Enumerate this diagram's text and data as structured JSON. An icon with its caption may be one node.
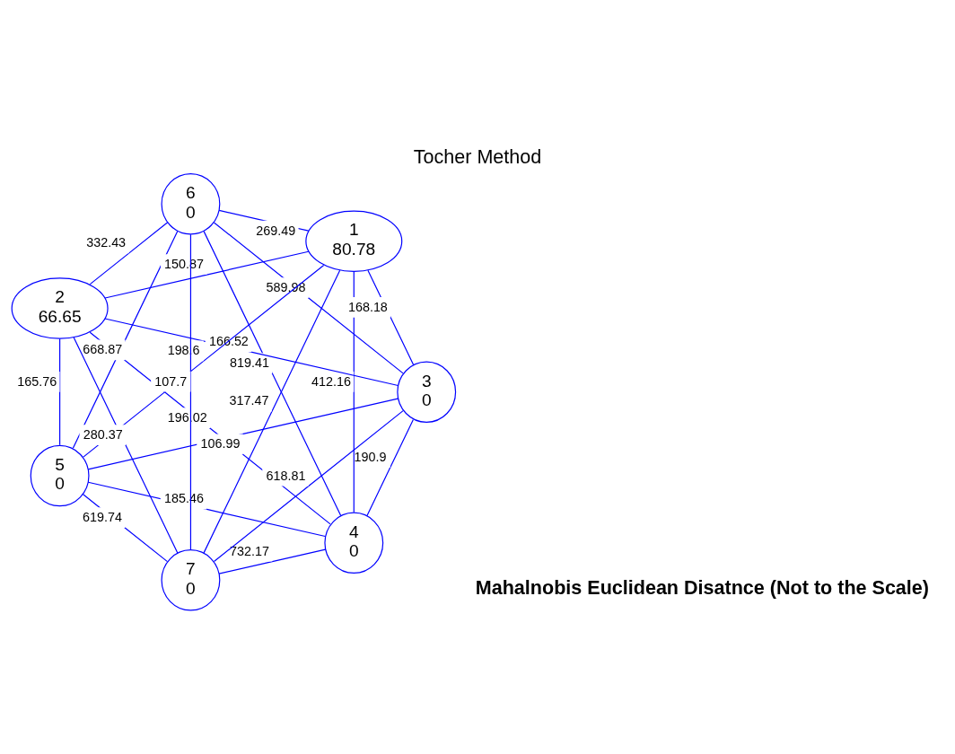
{
  "diagram": {
    "title": "Tocher Method",
    "caption": "Mahalnobis Euclidean Disatnce (Not to the Scale)",
    "nodes": [
      {
        "text": [
          "4",
          "0"
        ]
      },
      {
        "text": [
          "3",
          "0"
        ]
      },
      {
        "text": [
          "5",
          "0"
        ]
      },
      {
        "text": [
          "2",
          "66.65"
        ]
      },
      {
        "text": [
          "6",
          "0"
        ]
      },
      {
        "text": [
          "1",
          "80.78"
        ]
      },
      {
        "text": [
          "7",
          "0"
        ]
      }
    ],
    "edges": [
      {
        "from": 0,
        "to": 1,
        "arrow": "none",
        "label": "190.9"
      },
      {
        "from": 0,
        "to": 2,
        "arrow": "none",
        "label": "185.46"
      },
      {
        "from": 2,
        "to": 1,
        "arrow": "none",
        "label": "106.99"
      },
      {
        "from": 0,
        "to": 3,
        "arrow": "none",
        "label": "196.02"
      },
      {
        "from": 1,
        "to": 3,
        "arrow": "none",
        "label": "166.52"
      },
      {
        "from": 2,
        "to": 3,
        "arrow": "none",
        "label": "165.76"
      },
      {
        "from": 0,
        "to": 4,
        "arrow": "none",
        "label": "819.41"
      },
      {
        "from": 1,
        "to": 4,
        "arrow": "none",
        "label": "589.98"
      },
      {
        "from": 0,
        "to": 5,
        "arrow": "none",
        "label": "412.16"
      },
      {
        "from": 1,
        "to": 6,
        "arrow": "none",
        "label": "618.81"
      },
      {
        "from": 1,
        "to": 5,
        "arrow": "none",
        "label": "168.18"
      },
      {
        "from": 3,
        "to": 5,
        "arrow": "none",
        "label": "150.87"
      },
      {
        "from": 0,
        "to": 6,
        "arrow": "none",
        "label": "732.17"
      },
      {
        "from": 2,
        "to": 4,
        "arrow": "none",
        "label": "668.87"
      },
      {
        "from": 2,
        "to": 5,
        "arrow": "none",
        "label": "198.6"
      },
      {
        "from": 4,
        "to": 3,
        "arrow": "none",
        "label": "332.43"
      },
      {
        "from": 3,
        "to": 6,
        "arrow": "none",
        "label": "280.37"
      },
      {
        "from": 2,
        "to": 6,
        "arrow": "none",
        "label": "619.74"
      },
      {
        "from": 4,
        "to": 5,
        "arrow": "none",
        "label": "269.49"
      },
      {
        "from": 4,
        "to": 6,
        "arrow": "none",
        "label": "107.7"
      },
      {
        "from": 5,
        "to": 6,
        "arrow": "none",
        "label": "317.47"
      }
    ]
  }
}
